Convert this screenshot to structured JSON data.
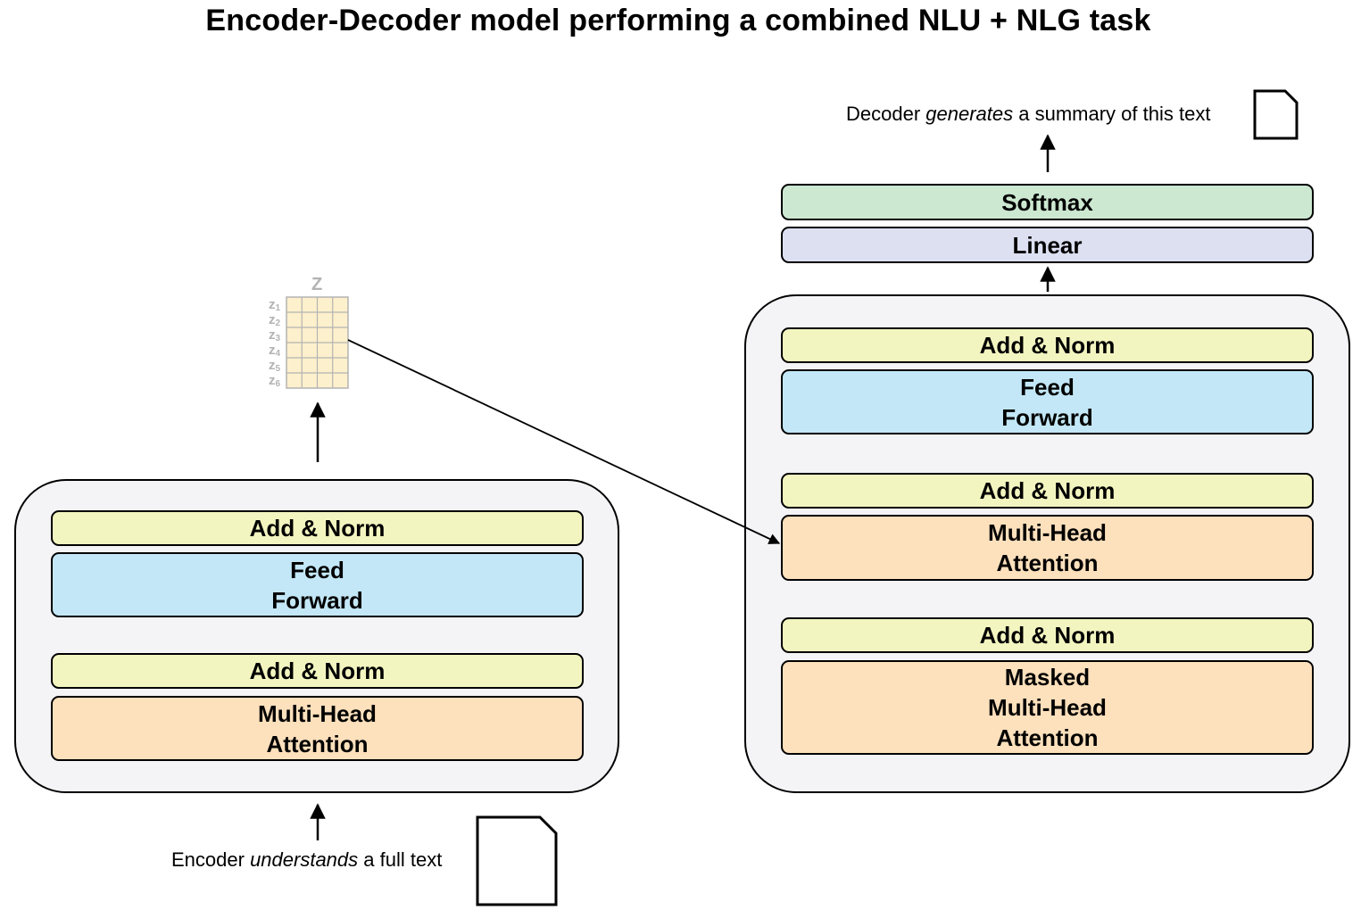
{
  "title": "Encoder-Decoder model performing a combined NLU + NLG task",
  "encoder": {
    "blocks": [
      {
        "kind": "addnorm",
        "label": "Add & Norm"
      },
      {
        "kind": "ff",
        "label": "Feed\nForward"
      },
      {
        "kind": "addnorm",
        "label": "Add & Norm"
      },
      {
        "kind": "attn",
        "label": "Multi-Head\nAttention"
      }
    ],
    "caption_prefix": "Encoder ",
    "caption_emph": "understands",
    "caption_suffix": " a full text"
  },
  "decoder": {
    "blocks": [
      {
        "kind": "addnorm",
        "label": "Add & Norm"
      },
      {
        "kind": "ff",
        "label": "Feed\nForward"
      },
      {
        "kind": "addnorm",
        "label": "Add & Norm"
      },
      {
        "kind": "attn",
        "label": "Multi-Head\nAttention"
      },
      {
        "kind": "addnorm",
        "label": "Add & Norm"
      },
      {
        "kind": "attn",
        "label": "Masked\nMulti-Head\nAttention"
      }
    ],
    "linear_label": "Linear",
    "softmax_label": "Softmax",
    "caption_prefix": "Decoder ",
    "caption_emph": "generates",
    "caption_suffix": " a summary of this text"
  },
  "z_matrix": {
    "label": "Z",
    "rows": [
      "z1",
      "z2",
      "z3",
      "z4",
      "z5",
      "z6"
    ],
    "columns": 4
  },
  "colors": {
    "add_norm": "#f3f5c0",
    "feed_forward": "#c3e7f6",
    "attention": "#fde0bc",
    "softmax": "#cce8d1",
    "linear": "#dde0f1",
    "stack_bg": "#f4f4f6",
    "z_cell": "#fdf0cc"
  },
  "icons": [
    "document-icon",
    "document-icon"
  ]
}
